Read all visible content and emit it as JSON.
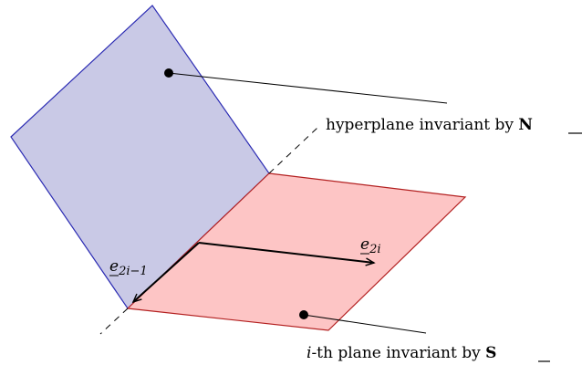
{
  "colors": {
    "hyperplane_fill": "#c9c9e6",
    "hyperplane_stroke": "#2b2bb3",
    "plane_fill": "#fdc5c5",
    "plane_stroke": "#b32020",
    "line": "#000000"
  },
  "labels": {
    "hyperplane_text": "hyperplane invariant by ",
    "hyperplane_operator": "N",
    "plane_prefix": "i",
    "plane_text": "-th plane invariant by ",
    "plane_operator": "S",
    "vector_e2i_base": "e",
    "vector_e2i_sub": "2i",
    "vector_e2im1_base": "e",
    "vector_e2im1_sub": "2i−1"
  }
}
